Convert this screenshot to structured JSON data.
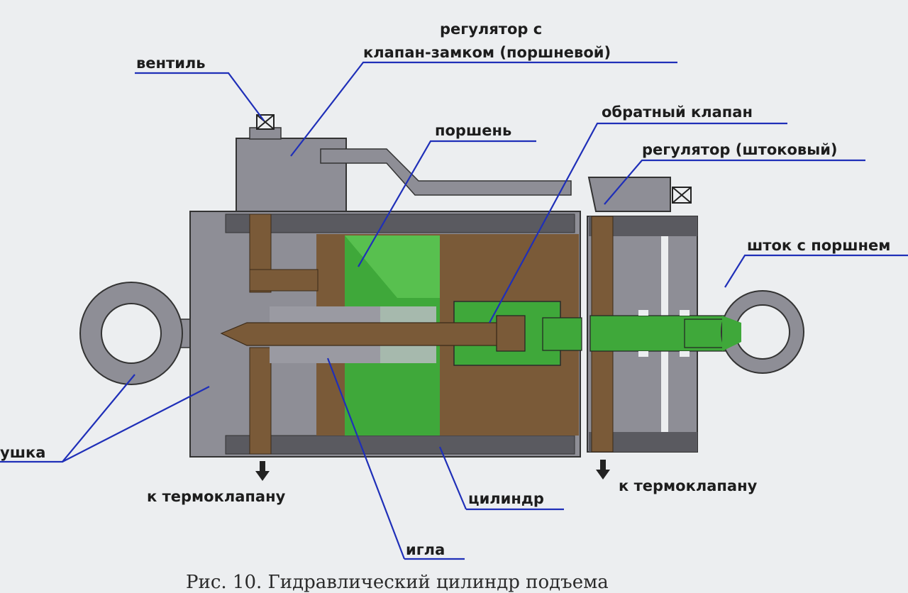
{
  "labels": {
    "ventil": "вентиль",
    "regulator_piston_line1": "регулятор с",
    "regulator_piston_line2": "клапан-замком (поршневой)",
    "porshen": "поршень",
    "obratny_klapan": "обратный клапан",
    "regulator_rod": "регулятор (штоковый)",
    "shtok": "шток с поршнем",
    "proushka": "ушка",
    "to_thermovalve_left": "к термоклапану",
    "to_thermovalve_right": "к термоклапану",
    "cylinder": "цилиндр",
    "needle": "игла"
  },
  "caption": "Рис. 10. Гидравлический цилиндр подъема",
  "colors": {
    "housing": "#8e8e96",
    "brown": "#7a5a38",
    "green": "#3fa83a",
    "leader": "#1f2fb8",
    "background": "#eceef0"
  }
}
